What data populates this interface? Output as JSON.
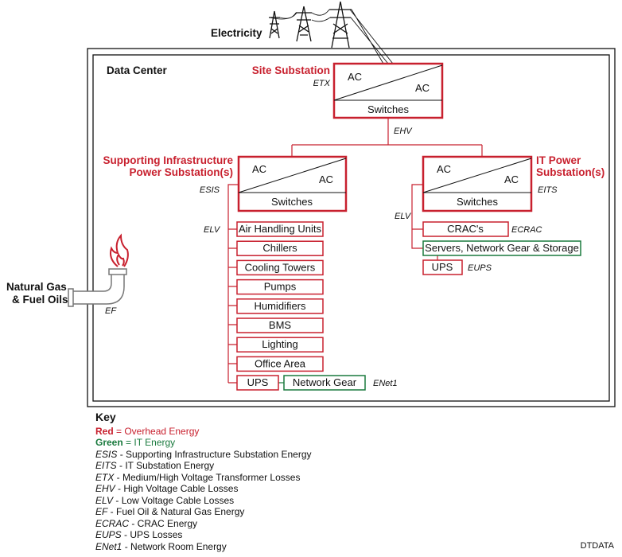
{
  "electricity_label": "Electricity",
  "data_center_label": "Data Center",
  "natural_gas_label": [
    "Natural Gas",
    "& Fuel Oils"
  ],
  "ef_label": "EF",
  "site_substation": {
    "title": "Site Substation",
    "code": "ETX",
    "ac_left": "AC",
    "ac_right": "AC",
    "switches": "Switches"
  },
  "ehv_label": "EHV",
  "supporting_substation": {
    "title": [
      "Supporting Infrastructure",
      "Power Substation(s)"
    ],
    "code": "ESIS",
    "ac_left": "AC",
    "ac_right": "AC",
    "switches": "Switches",
    "elv": "ELV"
  },
  "it_substation": {
    "title": [
      "IT Power",
      "Substation(s)"
    ],
    "code": "EITS",
    "ac_left": "AC",
    "ac_right": "AC",
    "switches": "Switches",
    "elv": "ELV"
  },
  "support_loads": [
    "Air Handling Units",
    "Chillers",
    "Cooling Towers",
    "Pumps",
    "Humidifiers",
    "BMS",
    "Lighting",
    "Office Area"
  ],
  "support_ups": "UPS",
  "network_gear": "Network Gear",
  "enet1_label": "ENet1",
  "it_loads": {
    "crac": "CRAC's",
    "crac_code": "ECRAC",
    "servers": "Servers, Network Gear & Storage",
    "ups": "UPS",
    "ups_code": "EUPS"
  },
  "key": {
    "title": "Key",
    "red_word": "Red",
    "red_desc": " = Overhead Energy",
    "green_word": "Green",
    "green_desc": " = IT Energy",
    "entries": [
      {
        "code": "ESIS",
        "desc": " - Supporting Infrastructure Substation Energy"
      },
      {
        "code": "EITS",
        "desc": " - IT Substation Energy"
      },
      {
        "code": "ETX",
        "desc": " - Medium/High Voltage Transformer Losses"
      },
      {
        "code": "EHV",
        "desc": " - High Voltage Cable Losses"
      },
      {
        "code": "ELV",
        "desc": " - Low Voltage Cable Losses"
      },
      {
        "code": "EF",
        "desc": " - Fuel Oil & Natural Gas Energy"
      },
      {
        "code": "ECRAC",
        "desc": " - CRAC Energy"
      },
      {
        "code": "EUPS",
        "desc": " - UPS Losses"
      },
      {
        "code": "ENet1",
        "desc": " - Network Room Energy"
      }
    ]
  },
  "credit": "DTDATA",
  "colors": {
    "overhead_red": "#c8202e",
    "it_green": "#1a7a3e",
    "border": "#111111"
  }
}
